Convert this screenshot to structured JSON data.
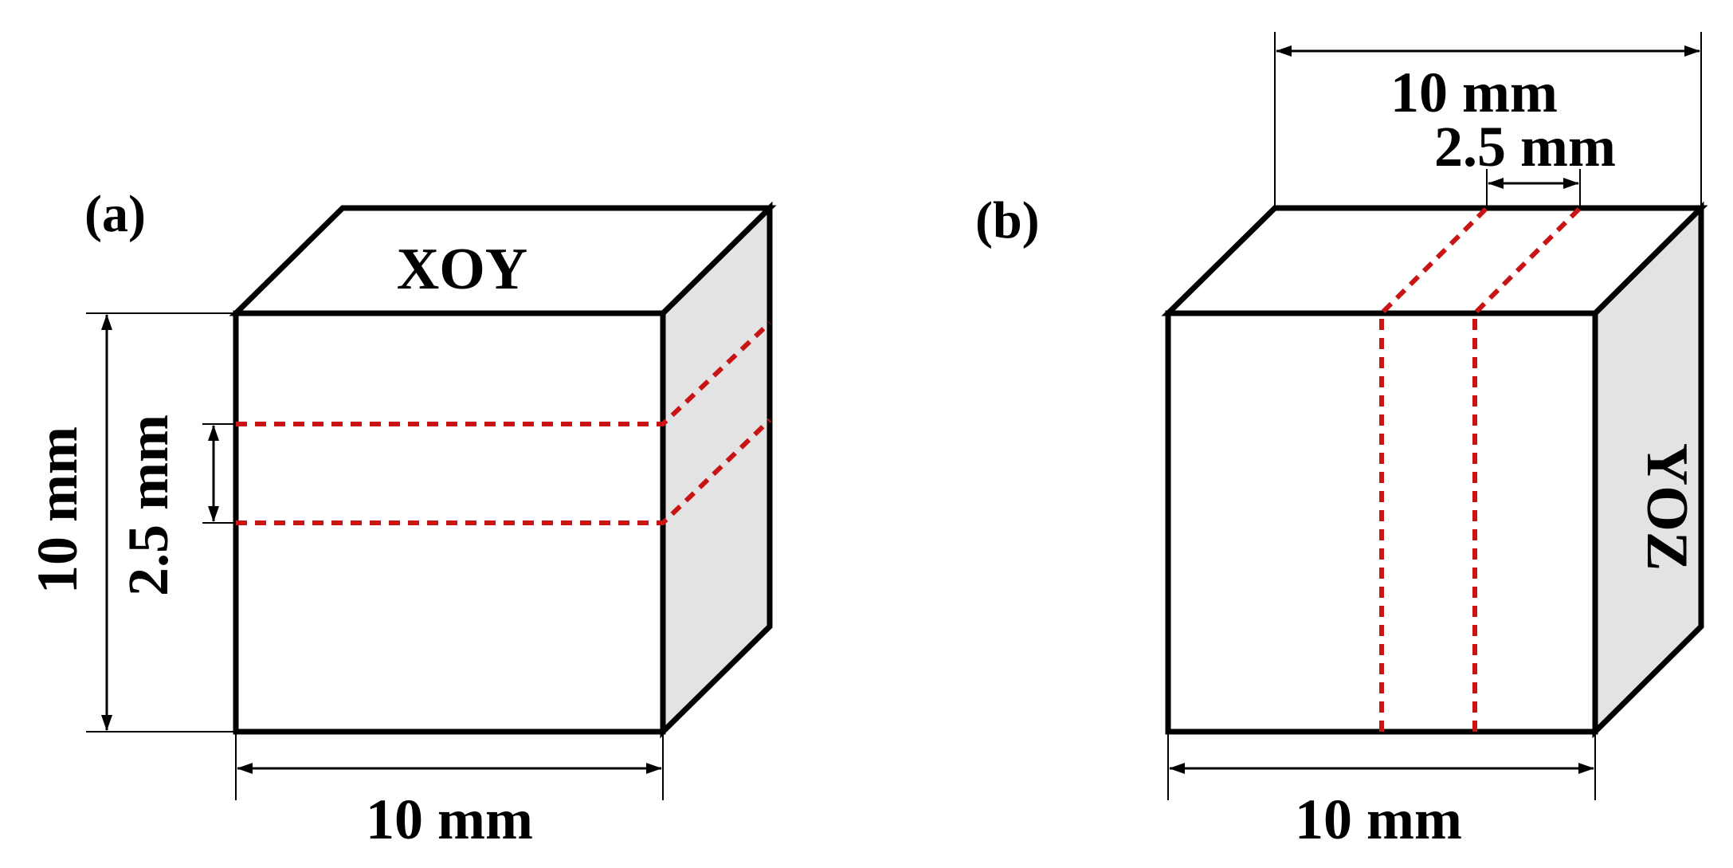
{
  "panels": [
    {
      "label": "(a)",
      "face_label": "XOY",
      "dims": {
        "height": "10 mm",
        "slice": "2.5 mm",
        "width": "10 mm"
      }
    },
    {
      "label": "(b)",
      "face_label": "YOZ",
      "dims": {
        "top_width": "10 mm",
        "slice": "2.5 mm",
        "width": "10 mm"
      }
    }
  ],
  "colors": {
    "cut_line": "#c81414",
    "side_face": "#e3e3e3",
    "outline": "#000000"
  }
}
